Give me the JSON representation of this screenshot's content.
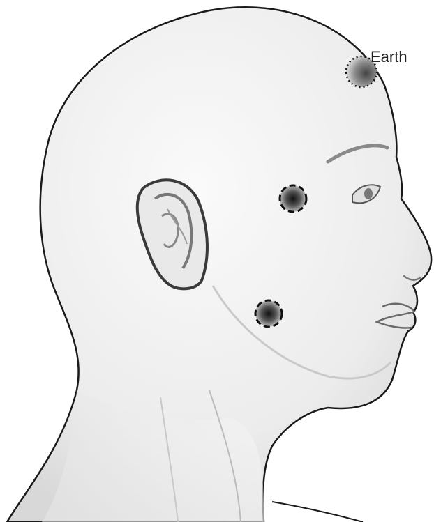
{
  "figure": {
    "description_label": "",
    "labels": {
      "earth": "Earth"
    },
    "colors": {
      "background": "#ffffff",
      "skin": "#f2f2f2",
      "outline": "#1a1a1a",
      "shading": "#cfcfcf",
      "electrode_dark": "#111111"
    },
    "electrodes": [
      {
        "id": "earth",
        "style": "dotted"
      },
      {
        "id": "temple",
        "style": "dashed"
      },
      {
        "id": "jaw",
        "style": "dashed"
      }
    ]
  }
}
